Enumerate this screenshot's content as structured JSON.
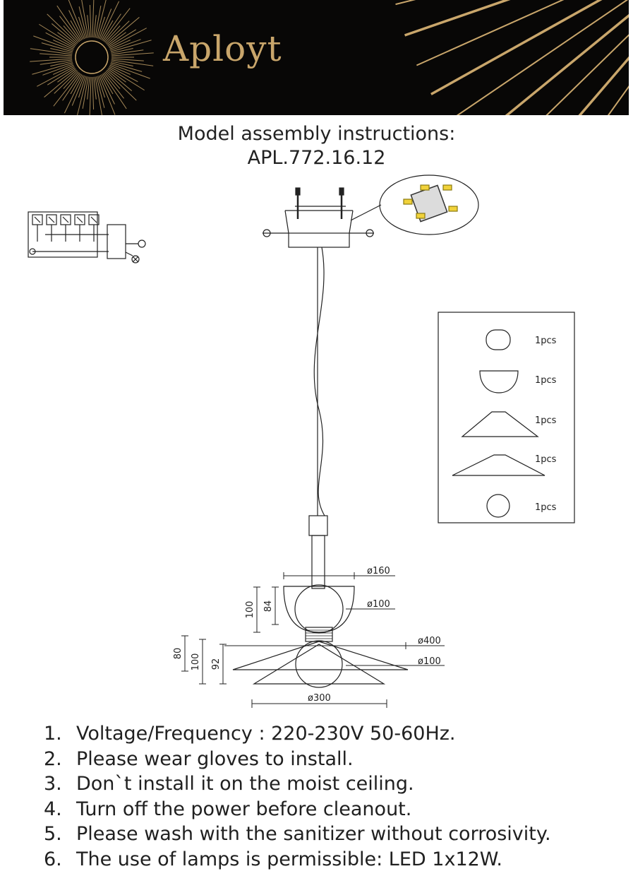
{
  "header": {
    "brand": "Aployt",
    "colors": {
      "background": "#080706",
      "gold": "#c9a66b"
    }
  },
  "title": {
    "line1": "Model assembly instructions:",
    "line2": "APL.772.16.12"
  },
  "parts": [
    {
      "shape": "ball",
      "qty": "1pcs"
    },
    {
      "shape": "bowl",
      "qty": "1pcs"
    },
    {
      "shape": "small-cone",
      "qty": "1pcs"
    },
    {
      "shape": "large-cone",
      "qty": "1pcs"
    },
    {
      "shape": "bulb",
      "qty": "1pcs"
    }
  ],
  "dimensions": {
    "d160": "ø160",
    "d100_upper": "ø100",
    "d400": "ø400",
    "d100_lower": "ø100",
    "d300": "ø300",
    "h100_upper": "100",
    "h84": "84",
    "h80": "80",
    "h100_lower": "100",
    "h92": "92"
  },
  "instructions": [
    {
      "num": "1.",
      "text": "Voltage/Frequency : 220-230V 50-60Hz."
    },
    {
      "num": "2.",
      "text": "Please wear gloves to install."
    },
    {
      "num": "3.",
      "text": "Don`t install it on the moist ceiling."
    },
    {
      "num": "4.",
      "text": "Turn off the power before cleanout."
    },
    {
      "num": "5.",
      "text": "Please wash with the sanitizer without corrosivity."
    },
    {
      "num": "6.",
      "text": "The use of lamps is permissible: LED 1x12W."
    }
  ]
}
